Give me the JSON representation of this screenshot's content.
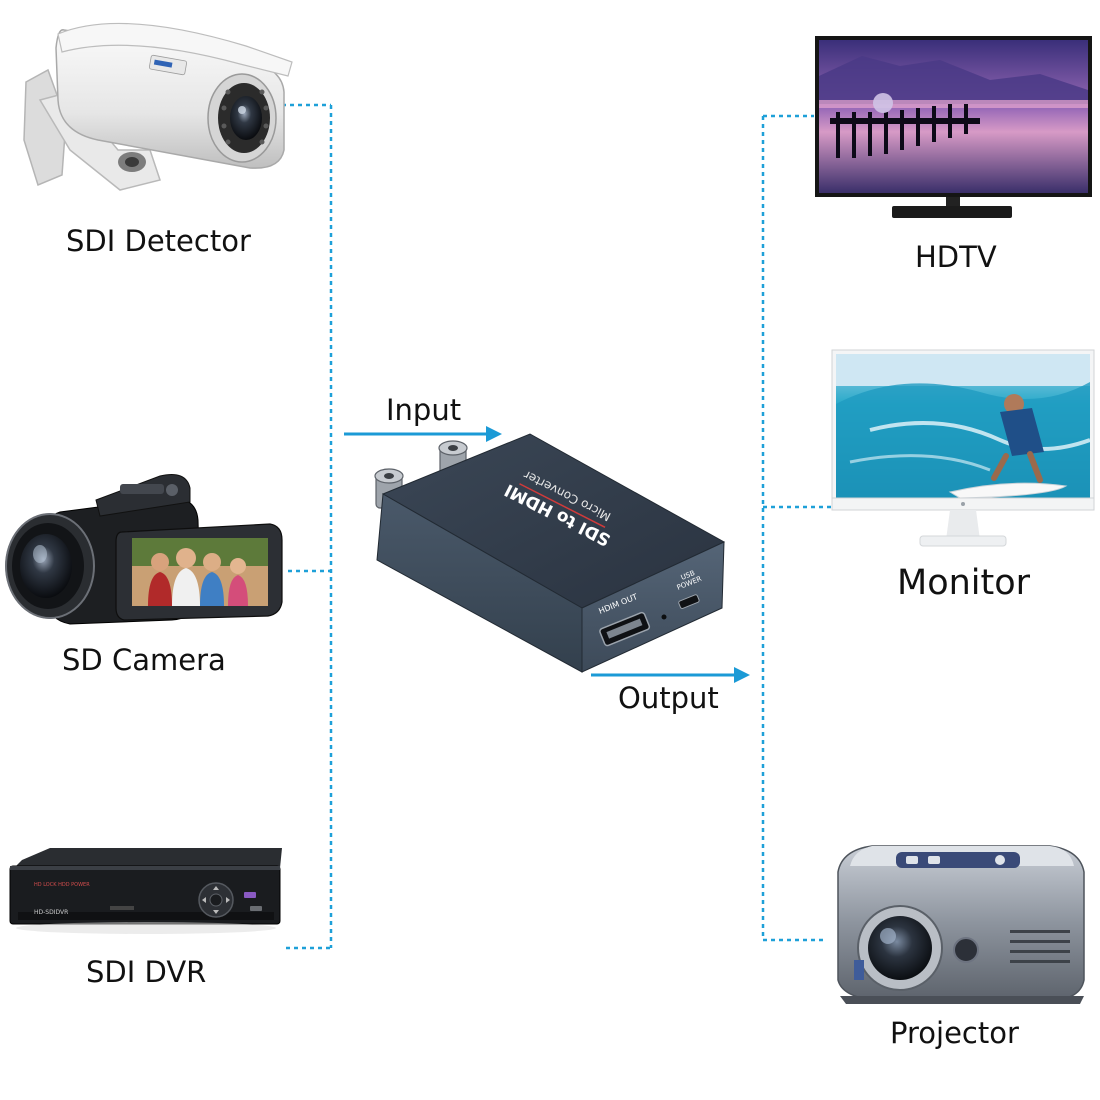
{
  "sources": [
    {
      "label": "SDI Detector",
      "icon": "security-camera-icon"
    },
    {
      "label": "SD Camera",
      "icon": "camcorder-icon"
    },
    {
      "label": "SDI DVR",
      "icon": "dvr-recorder-icon"
    }
  ],
  "outputs": [
    {
      "label": "HDTV",
      "icon": "hdtv-icon"
    },
    {
      "label": "Monitor",
      "icon": "monitor-icon"
    },
    {
      "label": "Projector",
      "icon": "projector-icon"
    }
  ],
  "flow": {
    "input_label": "Input",
    "output_label": "Output"
  },
  "converter": {
    "title": "SDI to HDMI",
    "subtitle": "Micro Converter",
    "hdmi_port_label": "HDIM OUT",
    "usb_label_line1": "USB",
    "usb_label_line2": "POWER"
  },
  "dvr": {
    "front_label": "HD-SDIDVR",
    "status_text": "HD LOCK HDD POWER"
  },
  "colors": {
    "connector": "#1ea0d8",
    "arrow": "#1b9ad6",
    "converter_body": "#4a5a6b"
  }
}
